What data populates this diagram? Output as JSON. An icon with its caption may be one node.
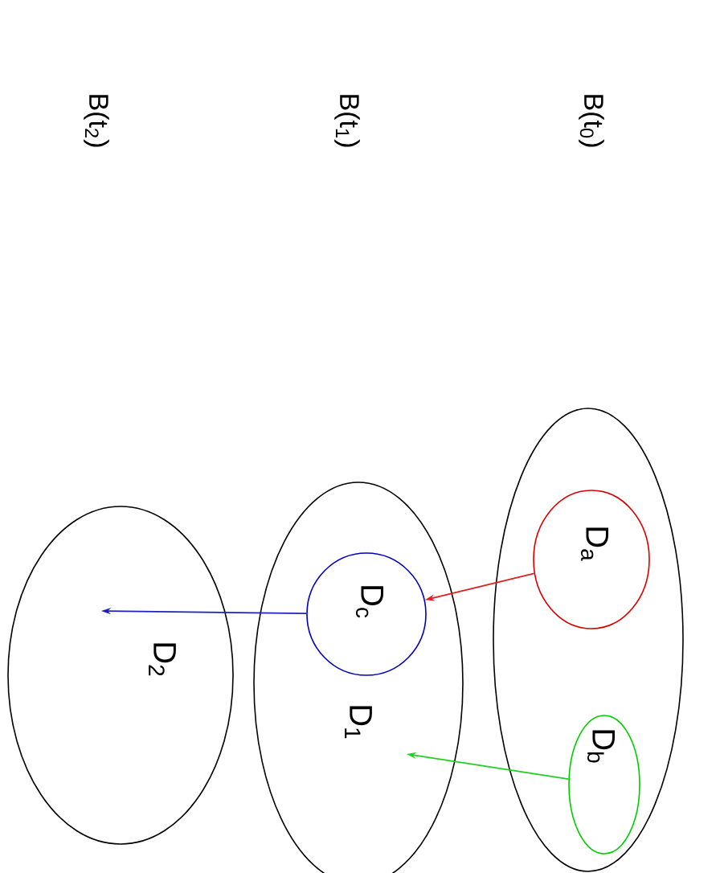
{
  "diagram": {
    "nodes": [
      {
        "text": [],
        "shape": "ellipse"
      },
      {
        "text": [
          "D$_{a}$"
        ],
        "in": 0
      },
      {
        "text": [
          "D$_{b}$"
        ],
        "in": 0
      },
      {
        "text": [
          "D$_{1}$"
        ]
      },
      {
        "text": [
          "D$_{c}$"
        ],
        "in": 3
      },
      {
        "text": [
          "D$_{2}$"
        ]
      }
    ],
    "edges": [
      {
        "from": 1,
        "to": 4,
        "arrow": "to",
        "color": "#e02020"
      },
      {
        "from": 2,
        "to": 3,
        "arrow": "to",
        "color": "#20d020"
      },
      {
        "from": 4,
        "to": 5,
        "arrow": "to",
        "color": "#2020c0"
      }
    ],
    "labels": [
      "B(t$_{0}$)",
      "B(t$_{1}$)",
      "B(t$_{2}$)"
    ]
  }
}
